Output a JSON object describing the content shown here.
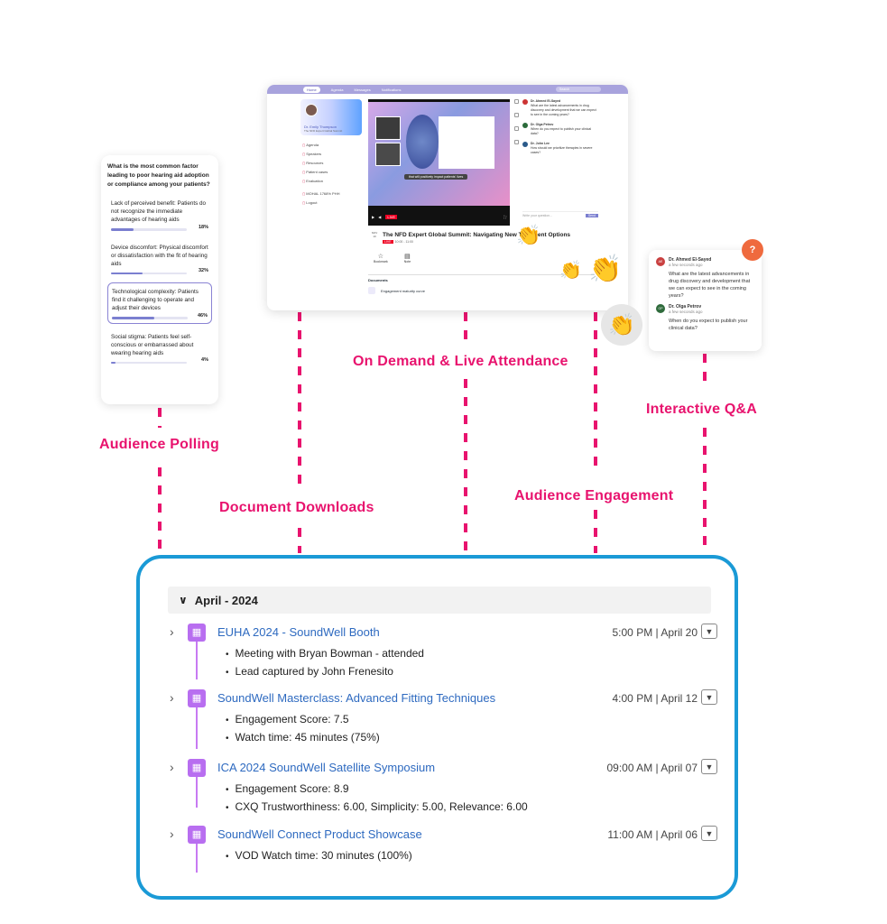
{
  "callouts": {
    "polling": "Audience Polling",
    "documents": "Document Downloads",
    "attendance": "On Demand & Live Attendance",
    "engagement": "Audience Engagement",
    "qa": "Interactive Q&A"
  },
  "colors": {
    "accent": "#e8136e",
    "timeline_border": "#1a9ad6",
    "calendar": "#b86ef0",
    "link": "#2e6ac0"
  },
  "poll": {
    "question": "What is the most common factor leading to poor hearing aid adoption or compliance among your patients?",
    "options": [
      {
        "text": "Lack of perceived benefit: Patients do not recognize the immediate advantages of hearing aids",
        "pct": "18%",
        "value": 0.18
      },
      {
        "text": "Device discomfort: Physical discomfort or dissatisfaction with the fit of hearing aids",
        "pct": "32%",
        "value": 0.32
      },
      {
        "text": "Technological complexity: Patients find it challenging to operate and adjust their devices",
        "pct": "46%",
        "value": 0.46
      },
      {
        "text": "Social stigma: Patients feel self-conscious or embarrassed about wearing hearing aids",
        "pct": "4%",
        "value": 0.04
      }
    ]
  },
  "app": {
    "nav": [
      "Home",
      "Agenda",
      "Messages",
      "Notifications"
    ],
    "search_placeholder": "Search",
    "profile_name": "Dr. Emily Thompson",
    "profile_sub": "The NFD Expert Global Summit",
    "menu": [
      "Agenda",
      "Speakers",
      "Resources",
      "Patient cases",
      "Evaluation",
      "MOHAL 1768% PHH",
      "Logout"
    ],
    "caption": "that will positively impact patients' lives",
    "live_label": "LIVE",
    "session_date": "NOV 10",
    "session_title": "The NFD Expert Global Summit: Navigating New Treatment Options",
    "session_time": "10:00 - 11:00",
    "buttons": [
      "Bookmark",
      "Note"
    ],
    "documents_label": "Documents",
    "document_item": "Engagement maturity curve",
    "chat_input": "Write your question...",
    "send": "Send",
    "chat": [
      {
        "name": "Dr. Ahmed El-Sayed",
        "text": "What are the latest advancements in drug discovery and development that we can expect to see in the coming years?"
      },
      {
        "name": "Dr. Olga Petrov",
        "text": "When do you expect to publish your clinical data?"
      },
      {
        "name": "Dr. John Lee",
        "text": "How should we prioritize therapies in severe cases?"
      }
    ]
  },
  "qa": {
    "items": [
      {
        "initials": "AE",
        "name": "Dr. Ahmed El-Sayed",
        "time": "a few seconds ago",
        "text": "What are the latest advancements in drug discovery and development that we can expect to see in the coming years?"
      },
      {
        "initials": "OP",
        "name": "Dr. Olga Petrov",
        "time": "a few seconds ago",
        "text": "When do you expect to publish your clinical data?"
      }
    ]
  },
  "timeline": {
    "month": "April - 2024",
    "events": [
      {
        "title": "EUHA 2024 - SoundWell Booth",
        "when": "5:00 PM | April 20",
        "details": [
          "Meeting with Bryan Bowman - attended",
          "Lead captured by John Frenesito"
        ]
      },
      {
        "title": "SoundWell Masterclass: Advanced Fitting Techniques",
        "when": "4:00 PM | April 12",
        "details": [
          "Engagement Score: 7.5",
          "Watch time: 45 minutes (75%)"
        ]
      },
      {
        "title": "ICA 2024 SoundWell Satellite Symposium",
        "when": "09:00 AM | April 07",
        "details": [
          "Engagement Score: 8.9",
          "CXQ Trustworthiness: 6.00, Simplicity: 5.00, Relevance: 6.00"
        ]
      },
      {
        "title": "SoundWell Connect Product Showcase",
        "when": "11:00 AM | April 06",
        "details": [
          "VOD Watch time: 30 minutes (100%)"
        ]
      }
    ]
  }
}
